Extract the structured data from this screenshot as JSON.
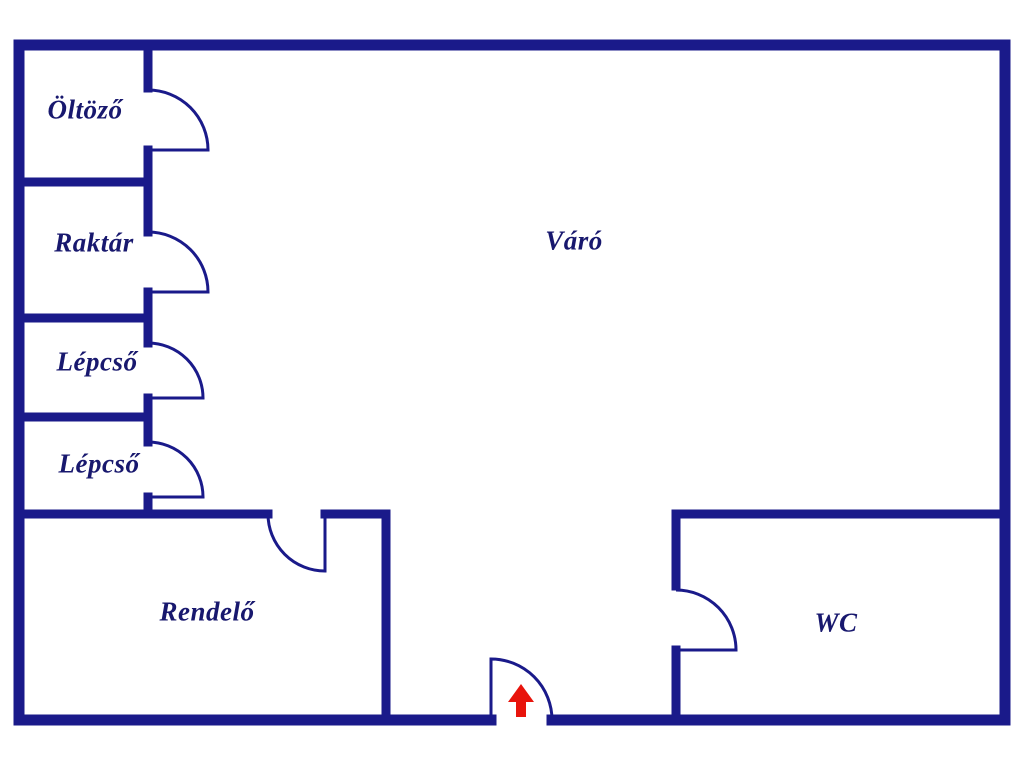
{
  "colors": {
    "background": "#ffffff",
    "wall": "#1a1a8a",
    "label": "#18186e",
    "entrance_arrow": "#e8140c"
  },
  "rooms": [
    {
      "id": "oltozo",
      "label": "Öltöző"
    },
    {
      "id": "raktar",
      "label": "Raktár"
    },
    {
      "id": "lepcso_upper",
      "label": "Lépcső"
    },
    {
      "id": "lepcso_lower",
      "label": "Lépcső"
    },
    {
      "id": "varo",
      "label": "Váró"
    },
    {
      "id": "rendelo",
      "label": "Rendelő"
    },
    {
      "id": "wc",
      "label": "WC"
    }
  ],
  "entrance": {
    "symbol": "up-arrow",
    "meaning": "entrance"
  }
}
